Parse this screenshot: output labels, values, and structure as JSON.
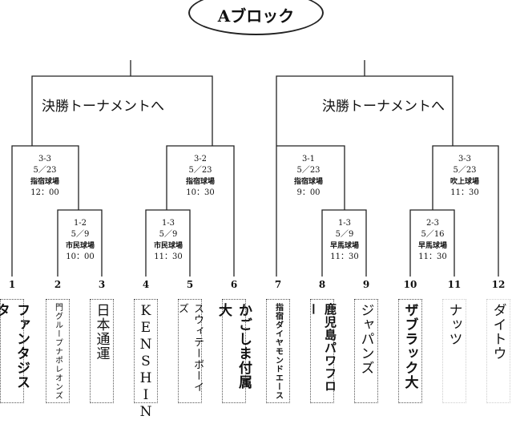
{
  "title": "Aブロック",
  "finals": [
    "決勝トーナメントへ",
    "決勝トーナメントへ"
  ],
  "matches": [
    {
      "id": "3-3",
      "date": "5／23",
      "venue": "指宿球場",
      "time": "12：00"
    },
    {
      "id": "1-2",
      "date": "5／9",
      "venue": "市民球場",
      "time": "10：00"
    },
    {
      "id": "3-2",
      "date": "5／23",
      "venue": "指宿球場",
      "time": "10：30"
    },
    {
      "id": "1-3",
      "date": "5／9",
      "venue": "市民球場",
      "time": "11：30"
    },
    {
      "id": "3-1",
      "date": "5／23",
      "venue": "指宿球場",
      "time": "9：00"
    },
    {
      "id": "1-3",
      "date": "5／9",
      "venue": "早馬球場",
      "time": "11：30"
    },
    {
      "id": "3-3",
      "date": "5／23",
      "venue": "吹上球場",
      "time": "11：30"
    },
    {
      "id": "2-3",
      "date": "5／16",
      "venue": "早馬球場",
      "time": "11：30"
    }
  ],
  "teams": [
    {
      "num": "1",
      "name": "ファンタジスタ"
    },
    {
      "num": "2",
      "name": "門グループナポレオンズ"
    },
    {
      "num": "3",
      "name": "日本通運"
    },
    {
      "num": "4",
      "name": "KENSHIN"
    },
    {
      "num": "5",
      "name": "スウィテーボーイズ"
    },
    {
      "num": "6",
      "name": "かごしま付属大"
    },
    {
      "num": "7",
      "name": "指宿ダイヤモンドエース"
    },
    {
      "num": "8",
      "name": "鹿児島パワフロー"
    },
    {
      "num": "9",
      "name": "ジャパンズ"
    },
    {
      "num": "10",
      "name": "ザブラック大"
    },
    {
      "num": "11",
      "name": "ナッツ"
    },
    {
      "num": "12",
      "name": "ダイトウ"
    }
  ]
}
